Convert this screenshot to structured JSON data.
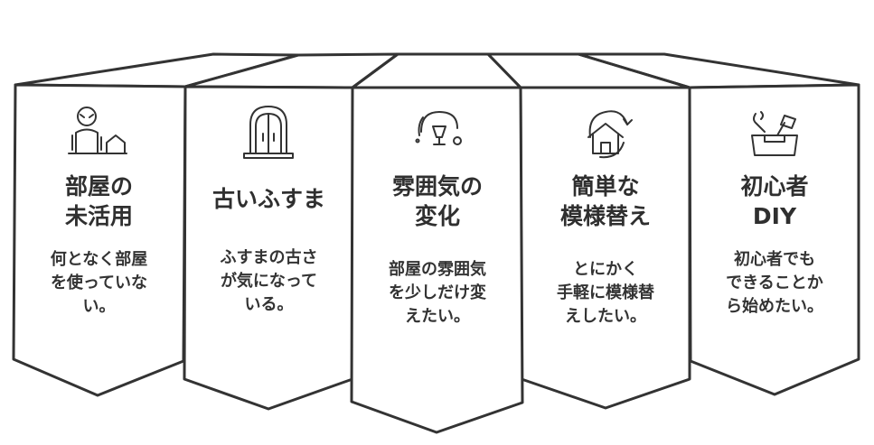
{
  "colors": {
    "stroke": "#333333",
    "text": "#2f2f2f",
    "background": "#ffffff"
  },
  "panels": [
    {
      "icon": "person-house-icon",
      "title": [
        "部屋の",
        "未活用"
      ],
      "desc": [
        "何となく部屋",
        "を使っていな",
        "い。"
      ]
    },
    {
      "icon": "fusuma-door-icon",
      "title": [
        "古いふすま"
      ],
      "desc": [
        "ふすまの古さ",
        "が気になって",
        "いる。"
      ]
    },
    {
      "icon": "lamp-icon",
      "title": [
        "雰囲気の",
        "変化"
      ],
      "desc": [
        "部屋の雰囲気",
        "を少しだけ変",
        "えたい。"
      ]
    },
    {
      "icon": "house-refresh-icon",
      "title": [
        "簡単な",
        "模様替え"
      ],
      "desc": [
        "とにかく",
        "手軽に模様替",
        "えしたい。"
      ]
    },
    {
      "icon": "tools-icon",
      "title": [
        "初心者",
        "DIY"
      ],
      "desc": [
        "初心者でも",
        "できることか",
        "ら始めたい。"
      ]
    }
  ]
}
